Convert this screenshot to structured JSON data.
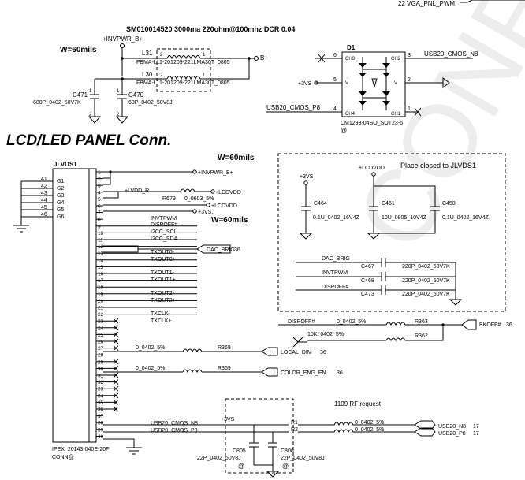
{
  "section_title": "LCD/LED PANEL Conn.",
  "top_net": "22  VGA_PNL_PWM",
  "bead_spec": "SM010014520 3000ma 220ohm@100mhz DCR 0.04",
  "width_notes": [
    "W=60mils",
    "W=60mils",
    "W=60mils"
  ],
  "rf_note": "1109 RF request",
  "place_note": "Place closed to JLVDS1",
  "watermark": "CONF",
  "power_nets": {
    "invpwr_b": "+INVPWR_B+",
    "b_plus": "B+",
    "v3": "+3VS",
    "lcdvdd": "+LCDVDD",
    "lvdd_r": "+LVDD_R",
    "v3s_dot": "+3VS."
  },
  "beads": [
    {
      "ref": "L31",
      "part": "FBMA-L11-201209-221LMA30T_0805"
    },
    {
      "ref": "L30",
      "part": "FBMA-L11-201209-221LMA30T_0805"
    }
  ],
  "caps_top": [
    {
      "ref": "C471",
      "value": "680P_0402_50V7K"
    },
    {
      "ref": "C470",
      "value": "68P_0402_50V8J"
    }
  ],
  "esd": {
    "ref": "D1",
    "part": "CM1293-04SO_SOT23-6",
    "pins": [
      "6",
      "3",
      "5",
      "2",
      "4",
      "1"
    ],
    "pin_names": [
      "CH3",
      "CH2",
      "V",
      "V",
      "CH4",
      "CH1"
    ],
    "nets": [
      "USB20_CMOS_N8",
      "USB20_CMOS_P8"
    ]
  },
  "connector": {
    "ref": "JLVDS1",
    "part": "IPEX_20143-040E-20F",
    "part2": "CONN@",
    "gnd_pins": [
      {
        "num": "41",
        "name": "G1"
      },
      {
        "num": "42",
        "name": "G2"
      },
      {
        "num": "43",
        "name": "G3"
      },
      {
        "num": "44",
        "name": "G4"
      },
      {
        "num": "45",
        "name": "G5"
      },
      {
        "num": "46",
        "name": "G6"
      }
    ],
    "pins": [
      "1",
      "2",
      "3",
      "4",
      "5",
      "6",
      "7",
      "8",
      "9",
      "10",
      "11",
      "12",
      "13",
      "14",
      "15",
      "16",
      "17",
      "18",
      "19",
      "20",
      "21",
      "22",
      "23",
      "24",
      "25",
      "26",
      "27",
      "28",
      "29",
      "30",
      "31",
      "32",
      "33",
      "34",
      "35",
      "36",
      "37",
      "38",
      "39",
      "40"
    ]
  },
  "signals": [
    "INVTPWM",
    "DISPOFF#",
    "I2CC_SCL",
    "I2CC_SDA",
    "TXOUT0-",
    "TXOUT0+",
    "TXOUT1-",
    "TXOUT1+",
    "TXOUT2-",
    "TXOUT2+",
    "TXCLK-",
    "TXCLK+",
    "USB20_CMOS_N8",
    "USB20_CMOS_P8"
  ],
  "r679": {
    "ref": "R679",
    "value": "0_0603_5%"
  },
  "resistors": [
    {
      "ref": "R368",
      "value": "0_0402_5%",
      "net": "LOCAL_DIM",
      "page": "36"
    },
    {
      "ref": "R369",
      "value": "0_0402_5%",
      "net": "COLOR_ENG_EN",
      "page": "36"
    },
    {
      "ref": "R363",
      "value": "0_0402_5%",
      "net": "DISPOFF#"
    },
    {
      "ref": "R362",
      "value": "10K_0402_5%"
    },
    {
      "ref": "R1",
      "value": "0_0402_5%",
      "net": "USB20_N8",
      "page": "17"
    },
    {
      "ref": "R2",
      "value": "0_0402_5%",
      "net": "USB20_P8",
      "page": "17"
    }
  ],
  "dac_brig": {
    "net": "DAC_BRIG",
    "page": "36"
  },
  "bkoff": {
    "net": "BKOFF#",
    "page": "36"
  },
  "decoupling": [
    {
      "ref": "C464",
      "value": "0.1U_0402_16V4Z"
    },
    {
      "ref": "C461",
      "value": "10U_0805_10V4Z"
    },
    {
      "ref": "C458",
      "value": "0.1U_0402_16V4Z"
    }
  ],
  "filter_caps": [
    {
      "ref": "C467",
      "net": "DAC_BRIG",
      "value": "220P_0402_50V7K"
    },
    {
      "ref": "C468",
      "net": "INVTPWM",
      "value": "220P_0402_50V7K"
    },
    {
      "ref": "C473",
      "net": "DISPOFF#",
      "value": "220P_0402_50V7K"
    }
  ],
  "rf_caps": [
    {
      "ref": "C805",
      "value": "22P_0402_50V8J"
    },
    {
      "ref": "C806",
      "value": "22P_0402_50V8J"
    }
  ],
  "at_mark": "@"
}
